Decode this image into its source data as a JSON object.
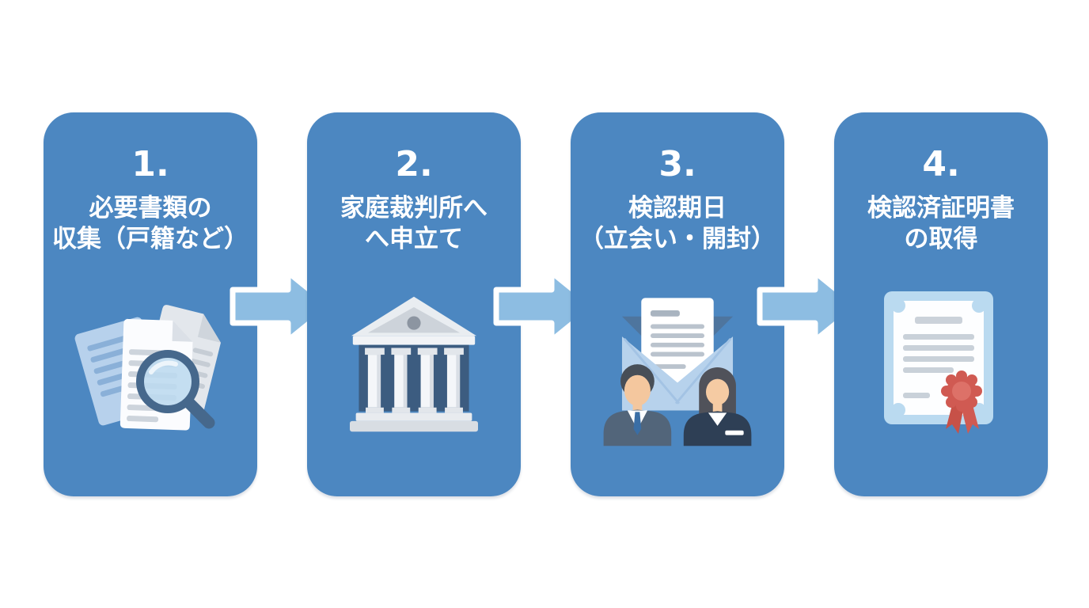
{
  "diagram": {
    "kind": "process-flow",
    "background_color": "#ffffff",
    "card_color": "#4c87c1",
    "arrow_color": "#8dbde2",
    "text_color": "#ffffff",
    "steps": [
      {
        "number": "1.",
        "title_line1": "必要書類の",
        "title_line2": "収集（戸籍など）",
        "icon": "documents-magnifier-icon"
      },
      {
        "number": "2.",
        "title_line1": "家庭裁判所へ",
        "title_line2": "へ申立て",
        "icon": "courthouse-icon"
      },
      {
        "number": "3.",
        "title_line1": "検認期日",
        "title_line2": "（立会い・開封）",
        "icon": "envelope-witnesses-icon"
      },
      {
        "number": "4.",
        "title_line1": "検認済証明書",
        "title_line2": "の取得",
        "icon": "certificate-ribbon-icon"
      }
    ]
  }
}
